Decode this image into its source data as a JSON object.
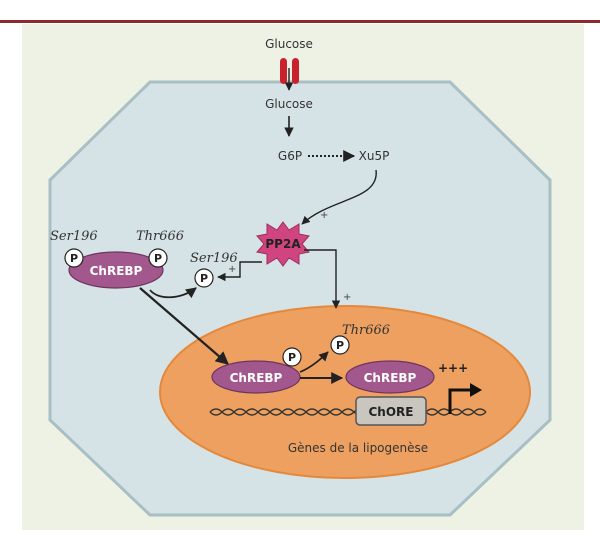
{
  "colors": {
    "top_rule": "#8b2a2f",
    "panel_bg": "#eef2e5",
    "cell_fill": "#d6e3e6",
    "cell_stroke": "#a8bfc4",
    "nucleus_fill": "#eea060",
    "nucleus_stroke": "#e4893c",
    "protein_fill": "#a2588c",
    "protein_stroke": "#6e3460",
    "pp2a_fill": "#d0457f",
    "transporter": "#c8232c",
    "chore_fill": "#c9c6c0"
  },
  "labels": {
    "glucose_outside": "Glucose",
    "glucose_inside": "Glucose",
    "g6p": "G6P",
    "xu5p": "Xu5P",
    "pp2a": "PP2A",
    "chrebp_cyto": "ChREBP",
    "ser196_top": "Ser196",
    "thr666_top": "Thr666",
    "ser196_released": "Ser196",
    "thr666_nuclear": "Thr666",
    "chrebp_nuc1": "ChREBP",
    "chrebp_nuc2": "ChREBP",
    "chore": "ChORE",
    "genes": "Gènes de la lipogenèse",
    "phospho": "P",
    "plus": "+",
    "triple_plus": "+++"
  },
  "icons": {
    "transporter": "glucose-transporter-icon",
    "dna": "dna-helix-icon",
    "promoter": "transcription-start-arrow-icon"
  }
}
